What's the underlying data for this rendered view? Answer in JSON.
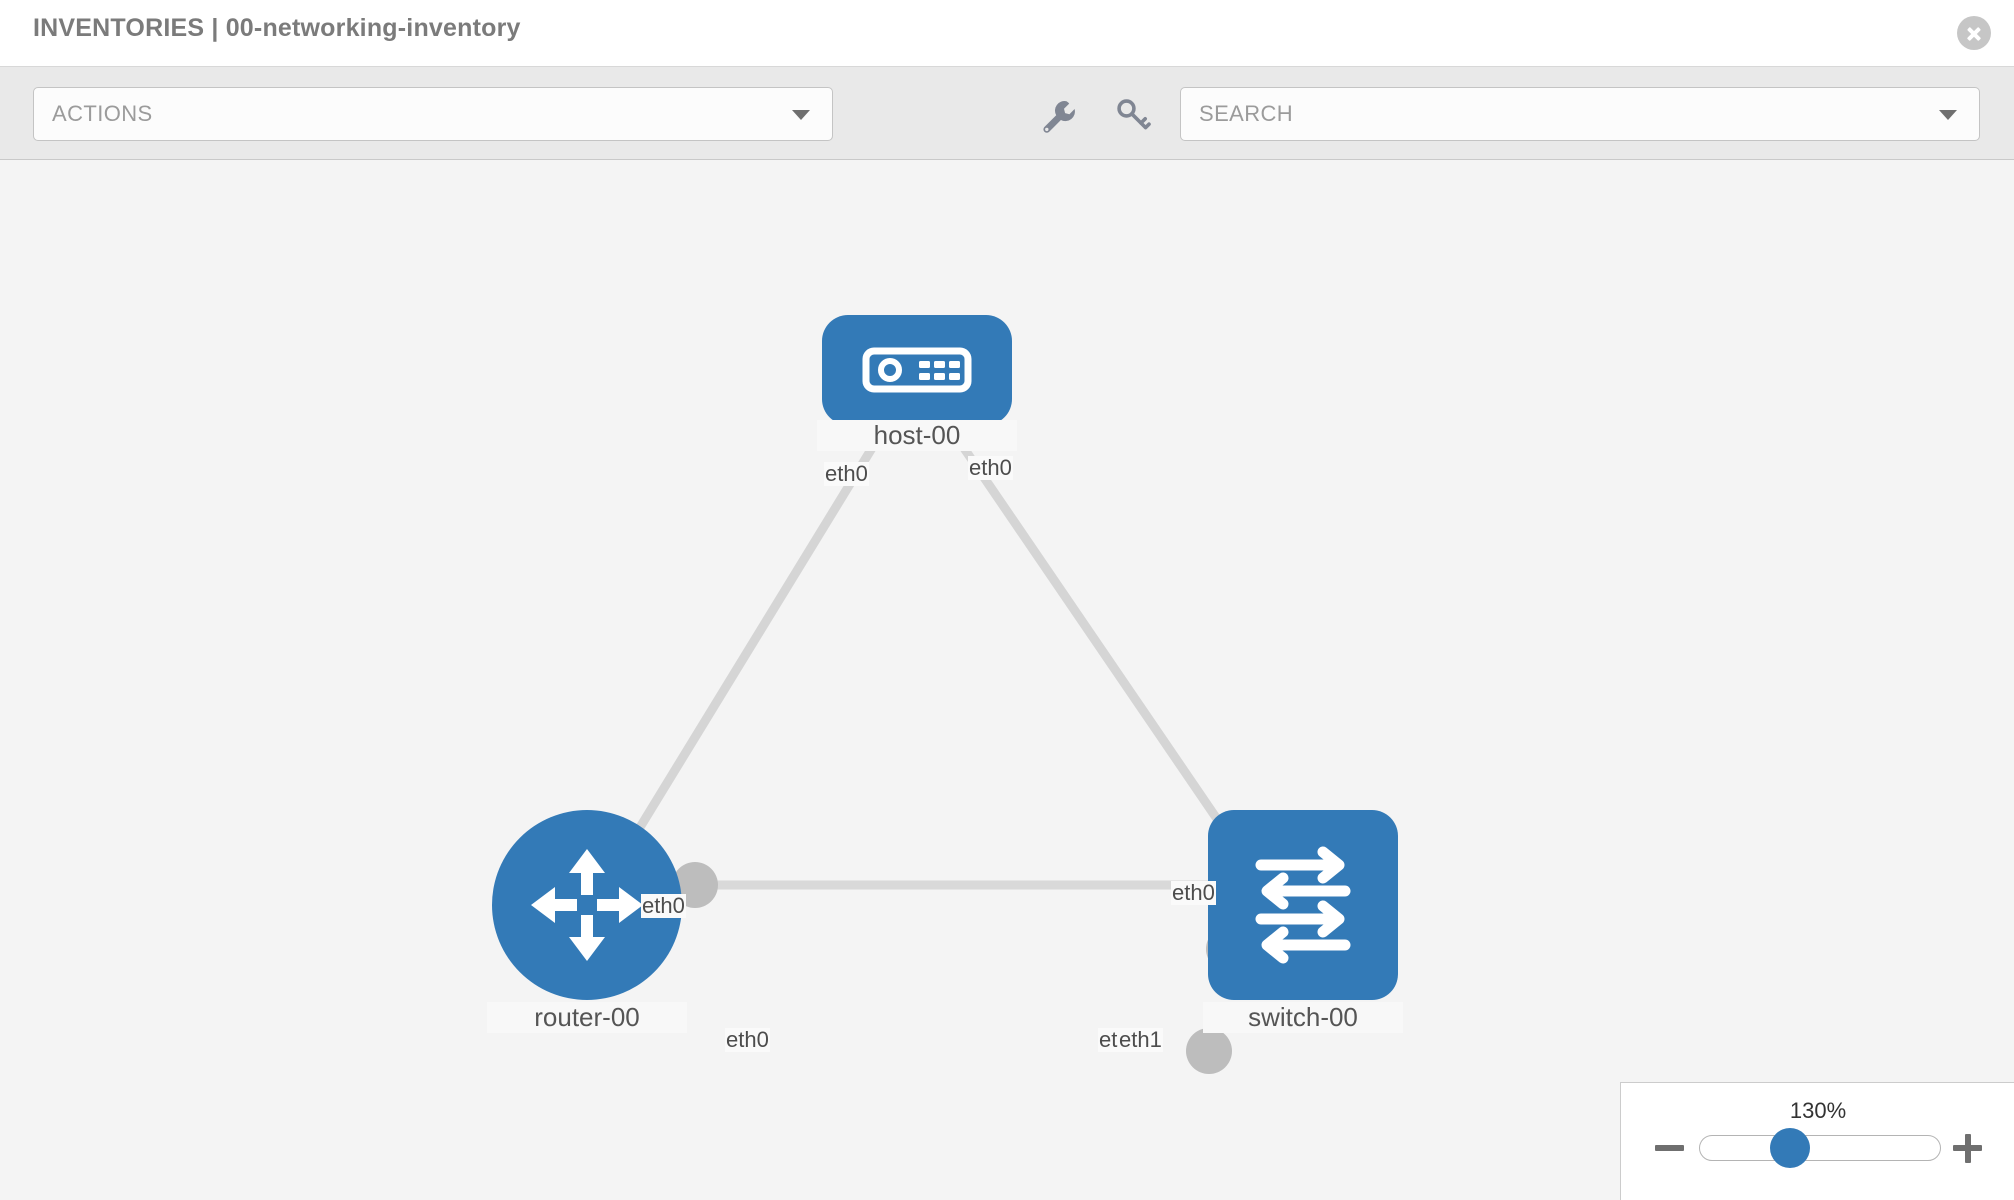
{
  "header": {
    "title": "INVENTORIES | 00-networking-inventory",
    "close_icon": "close-circle-icon"
  },
  "toolbar": {
    "actions_label": "ACTIONS",
    "actions_caret_icon": "chevron-down-icon",
    "wrench_icon": "wrench-icon",
    "key_icon": "key-icon",
    "search_placeholder": "SEARCH",
    "search_caret_icon": "chevron-down-icon"
  },
  "topology": {
    "nodes": [
      {
        "id": "host-00",
        "label": "host-00",
        "type": "host",
        "icon": "server-icon",
        "shape": "rounded-rect",
        "color": "#337ab7",
        "interfaces": [
          "eth0",
          "eth0"
        ]
      },
      {
        "id": "router-00",
        "label": "router-00",
        "type": "router",
        "icon": "router-arrows-icon",
        "shape": "circle",
        "color": "#337ab7",
        "interfaces": [
          "eth0",
          "eth0"
        ]
      },
      {
        "id": "switch-00",
        "label": "switch-00",
        "type": "switch",
        "icon": "switch-arrows-icon",
        "shape": "rounded-square",
        "color": "#337ab7",
        "interfaces": [
          "eth0",
          "eth1"
        ]
      }
    ],
    "links": [
      {
        "from": "router-00",
        "to": "host-00",
        "from_iface": "eth0",
        "to_iface": "eth0"
      },
      {
        "from": "host-00",
        "to": "switch-00",
        "from_iface": "eth0",
        "to_iface": "eth0"
      },
      {
        "from": "router-00",
        "to": "switch-00",
        "from_iface": "eth0",
        "to_iface": "eth1"
      }
    ],
    "iface_labels": {
      "host_left": "eth0",
      "host_right": "eth0",
      "router_up": "eth0",
      "switch_up": "eth0",
      "router_right": "eth0",
      "switch_left_a": "eth",
      "switch_left_b": "eth1"
    }
  },
  "zoom_control": {
    "level": "130%",
    "minus_icon": "minus-icon",
    "plus_icon": "plus-icon"
  }
}
